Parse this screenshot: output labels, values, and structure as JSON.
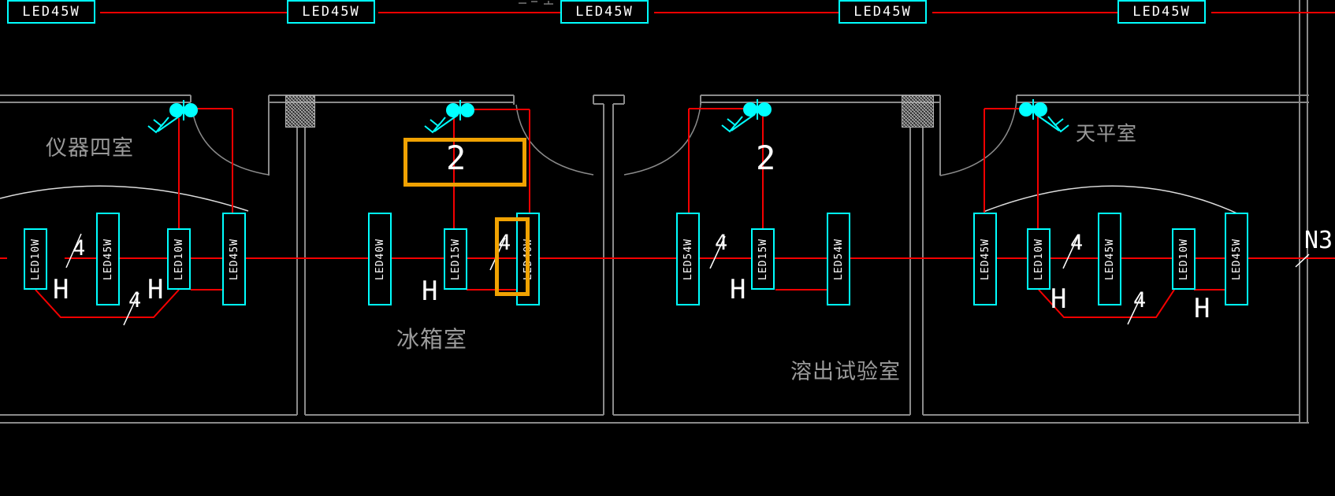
{
  "top_row": {
    "fixtures": [
      "LED45W",
      "LED45W",
      "LED45W",
      "LED45W",
      "LED45W"
    ]
  },
  "rooms": [
    {
      "name": "仪器四室",
      "fixtures": [
        "LED10W",
        "LED45W",
        "LED10W",
        "LED45W"
      ],
      "switch_label": "H",
      "wire_counts": [
        "4",
        "4"
      ]
    },
    {
      "name": "冰箱室",
      "fixtures": [
        "LED40W",
        "LED15W",
        "LED40W"
      ],
      "switch_label": "H",
      "wire_counts": [
        "2",
        "4"
      ]
    },
    {
      "name": "溶出试验室",
      "fixtures": [
        "LED54W",
        "LED15W",
        "LED54W"
      ],
      "switch_label": "H",
      "wire_counts": [
        "2",
        "4"
      ]
    },
    {
      "name": "天平室",
      "fixtures": [
        "LED45W",
        "LED10W",
        "LED45W",
        "LED10W",
        "LED45W"
      ],
      "switch_label": "H",
      "wire_counts": [
        "4",
        "4"
      ]
    }
  ],
  "circuit": {
    "label": "N3"
  },
  "colors": {
    "background": "#000000",
    "fixture_outline": "#00ffff",
    "wire": "#f40000",
    "wall": "#8a8a8a",
    "text": "#ffffff",
    "room_label": "#9a9a9a",
    "highlight": "#f0a202"
  }
}
